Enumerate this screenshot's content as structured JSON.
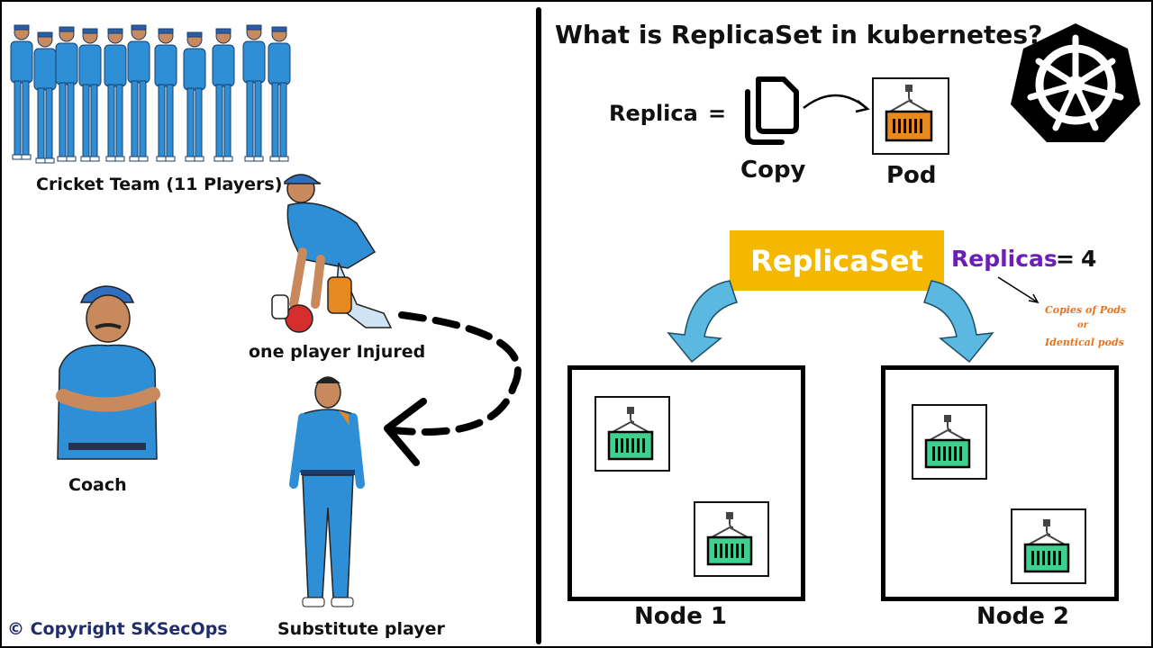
{
  "title": "What is ReplicaSet in kubernetes?",
  "left": {
    "team_caption": "Cricket Team (11 Players)",
    "injured_caption": "one player Injured",
    "coach_caption": "Coach",
    "substitute_caption": "Substitute player",
    "copyright": "© Copyright SKSecOps"
  },
  "replica_def": {
    "word": "Replica",
    "equals": "=",
    "copy_label": "Copy",
    "pod_label": "Pod"
  },
  "replicaset": {
    "box_label": "ReplicaSet",
    "replicas_label": "Replicas",
    "equals": "=",
    "count": "4",
    "note_line1": "Copies of Pods",
    "note_line2": "or",
    "note_line3": "Identical pods"
  },
  "nodes": [
    {
      "label": "Node 1",
      "pods": 2
    },
    {
      "label": "Node 2",
      "pods": 2
    }
  ],
  "colors": {
    "replicaset_box": "#f5b800",
    "replicas_text": "#6a1fb5",
    "note_text": "#e8731a",
    "arrow_fill": "#5bb8e0",
    "pod_orange": "#e8891f",
    "pod_green": "#3fcf8e",
    "jersey_blue": "#2e8fd6",
    "copyright_text": "#1f2d6b",
    "k8s_logo": "#000000"
  },
  "icons": [
    "copy-icon",
    "container-pod-icon",
    "kubernetes-helm-icon",
    "curved-arrow-icon"
  ]
}
